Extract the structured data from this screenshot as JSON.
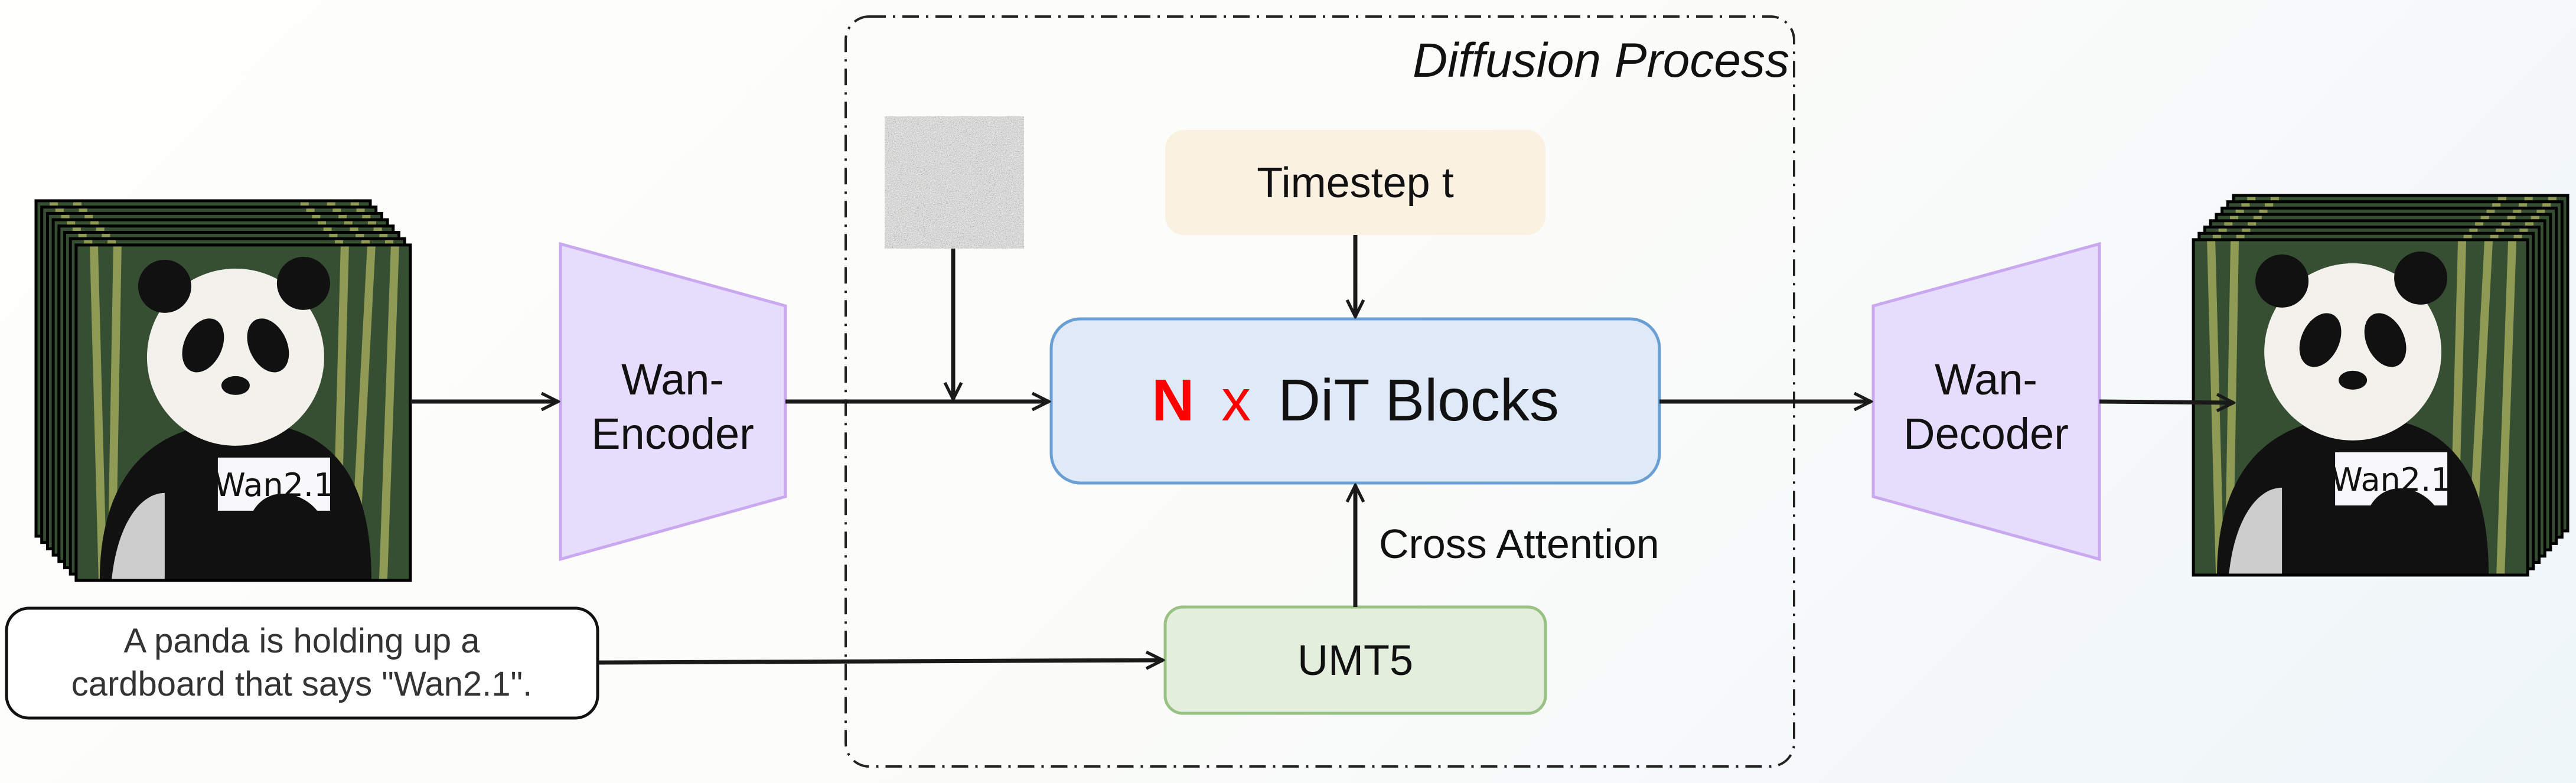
{
  "diffusion_process": {
    "title": "Diffusion Process"
  },
  "encoder": {
    "line1": "Wan-",
    "line2": "Encoder"
  },
  "decoder": {
    "line1": "Wan-",
    "line2": "Decoder"
  },
  "timestep": {
    "label": "Timestep t"
  },
  "dit": {
    "multiplier": "N",
    "times": "x",
    "label": "DiT Blocks"
  },
  "cross_attention": {
    "label": "Cross Attention"
  },
  "umt5": {
    "label": "UMT5"
  },
  "prompt": {
    "line1": "A panda is holding up a",
    "line2": "cardboard that says \"Wan2.1\"."
  },
  "input_video": {
    "sign_text": "Wan2.1"
  },
  "output_video": {
    "sign_text": "Wan2.1"
  },
  "colors": {
    "encoder_fill": "#e6dcfc",
    "encoder_stroke": "#c9a8f0",
    "timestep_fill": "#fbf1e0",
    "dit_fill": "#dfe9f8",
    "dit_stroke": "#6a9fd4",
    "umt5_fill": "#e3efdc",
    "umt5_stroke": "#98c283",
    "accent_red": "#ff0000"
  }
}
